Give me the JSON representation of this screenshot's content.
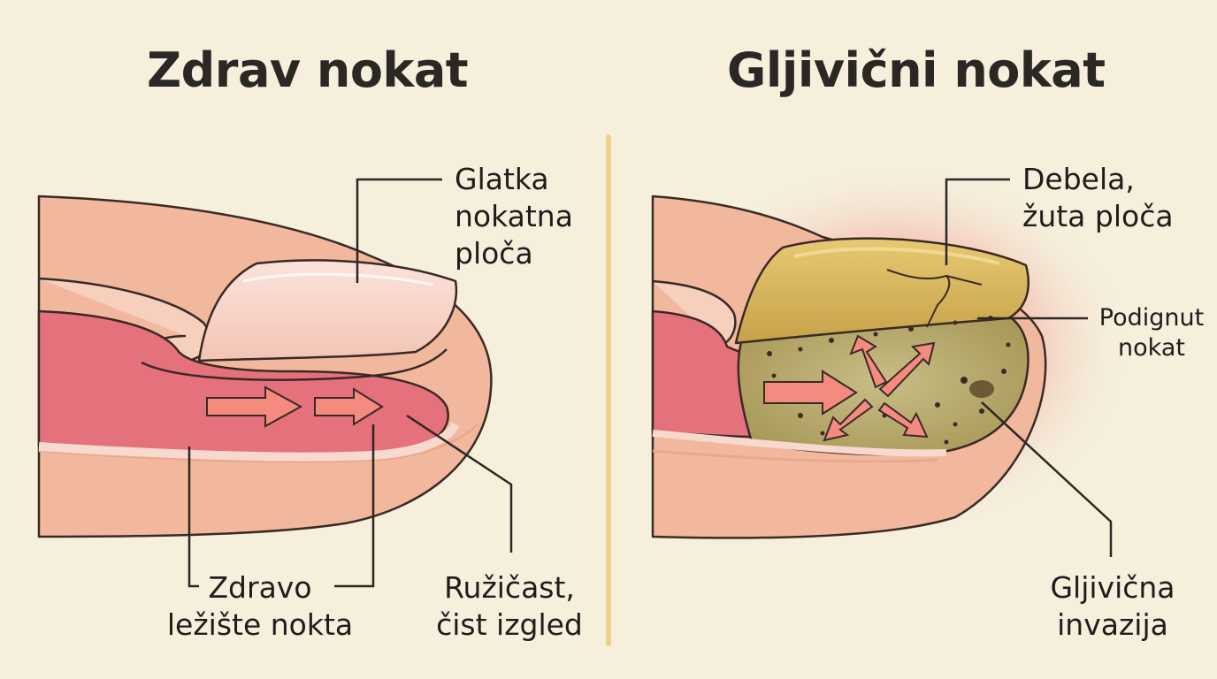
{
  "colors": {
    "background": "#f5efdc",
    "divider": "#f0cf8a",
    "skin": "#f2b89d",
    "nail_bed_pink": "#e4717c",
    "arrow": "#f58a7e",
    "fungal_yellow": "#d6b55a",
    "infection_glow": "#f36a6a"
  },
  "healthy": {
    "title": "Zdrav nokat",
    "labels": {
      "smooth_plate": "Glatka\nnokatna\nploča",
      "healthy_bed": "Zdravo\nležište nokta",
      "pink_clear": "Ružičast,\nčist izgled"
    }
  },
  "fungal": {
    "title": "Gljivični nokat",
    "labels": {
      "thick_yellow": "Debela,\nžuta ploča",
      "lifted_nail": "Podignut\nnokat",
      "invasion": "Gljivična\ninvazija"
    }
  }
}
